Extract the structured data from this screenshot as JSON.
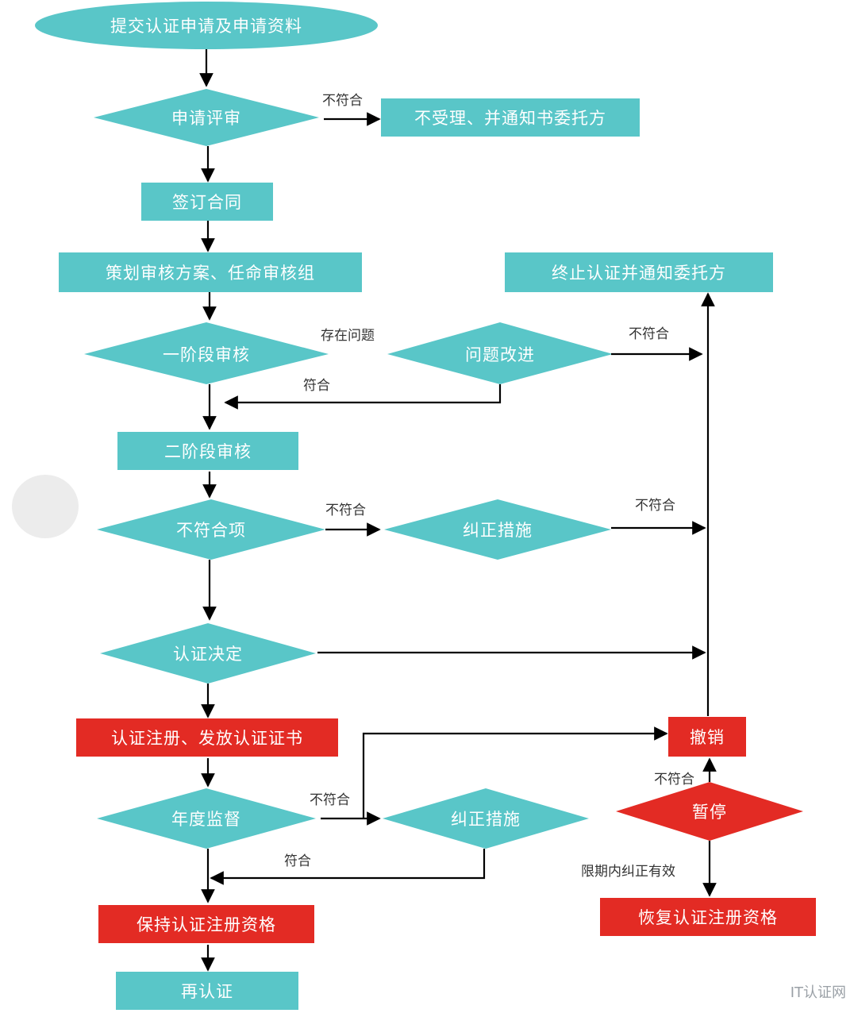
{
  "nodes": {
    "submit": "提交认证申请及申请资料",
    "app_review": "申请评审",
    "reject": "不受理、并通知书委托方",
    "sign_contract": "签订合同",
    "plan_audit": "策划审核方案、任命审核组",
    "terminate": "终止认证并通知委托方",
    "stage1": "一阶段审核",
    "problem_fix": "问题改进",
    "stage2": "二阶段审核",
    "nonconformity": "不符合项",
    "corrective1": "纠正措施",
    "decision": "认证决定",
    "register": "认证注册、发放认证证书",
    "revoke": "撤销",
    "annual": "年度监督",
    "corrective2": "纠正措施",
    "suspend": "暂停",
    "restore": "恢复认证注册资格",
    "maintain": "保持认证注册资格",
    "recert": "再认证"
  },
  "edge_labels": {
    "nc_reject": "不符合",
    "has_problem": "存在问题",
    "nc_terminate1": "不符合",
    "ok_stage1": "符合",
    "nc_item": "不符合",
    "nc_terminate2": "不符合",
    "nc_annual": "不符合",
    "nc_suspend": "不符合",
    "ok_annual": "符合",
    "fixed_in_time": "限期内纠正有效"
  },
  "watermark": "IT认证网",
  "colors": {
    "teal": "#59c6c8",
    "red": "#e32b24",
    "arrow": "#000000"
  }
}
